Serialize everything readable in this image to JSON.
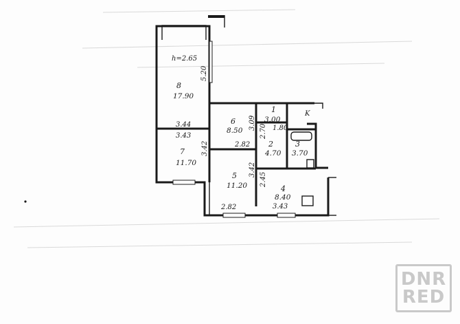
{
  "rooms": [
    {
      "id": "room-8",
      "number": "8",
      "area": "17.90"
    },
    {
      "id": "room-7",
      "number": "7",
      "area": "11.70"
    },
    {
      "id": "room-6",
      "number": "6",
      "area": "8.50"
    },
    {
      "id": "room-5",
      "number": "5",
      "area": "11.20"
    },
    {
      "id": "room-4",
      "number": "4",
      "area": "8.40"
    },
    {
      "id": "room-1",
      "number": "1",
      "area": "3.00"
    },
    {
      "id": "room-2",
      "number": "2",
      "area": "4.70"
    },
    {
      "id": "room-3",
      "number": "3",
      "area": "3.70"
    }
  ],
  "dimensions": {
    "ceiling_height": "h=2.65",
    "room8_length": "5.20",
    "room8_width": "3.44",
    "room7_width": "3.43",
    "room7_length": "3.42",
    "room6_width": "2.82",
    "room6_length": "3.09",
    "room5_length": "3.42",
    "room5_width": "2.82",
    "room4_length": "2.45",
    "room4_width": "3.43",
    "room1_length": "2.70",
    "room1_width": "1.80"
  },
  "entrance_mark": "K",
  "watermark": {
    "line1": "DNR",
    "line2": "RED"
  }
}
